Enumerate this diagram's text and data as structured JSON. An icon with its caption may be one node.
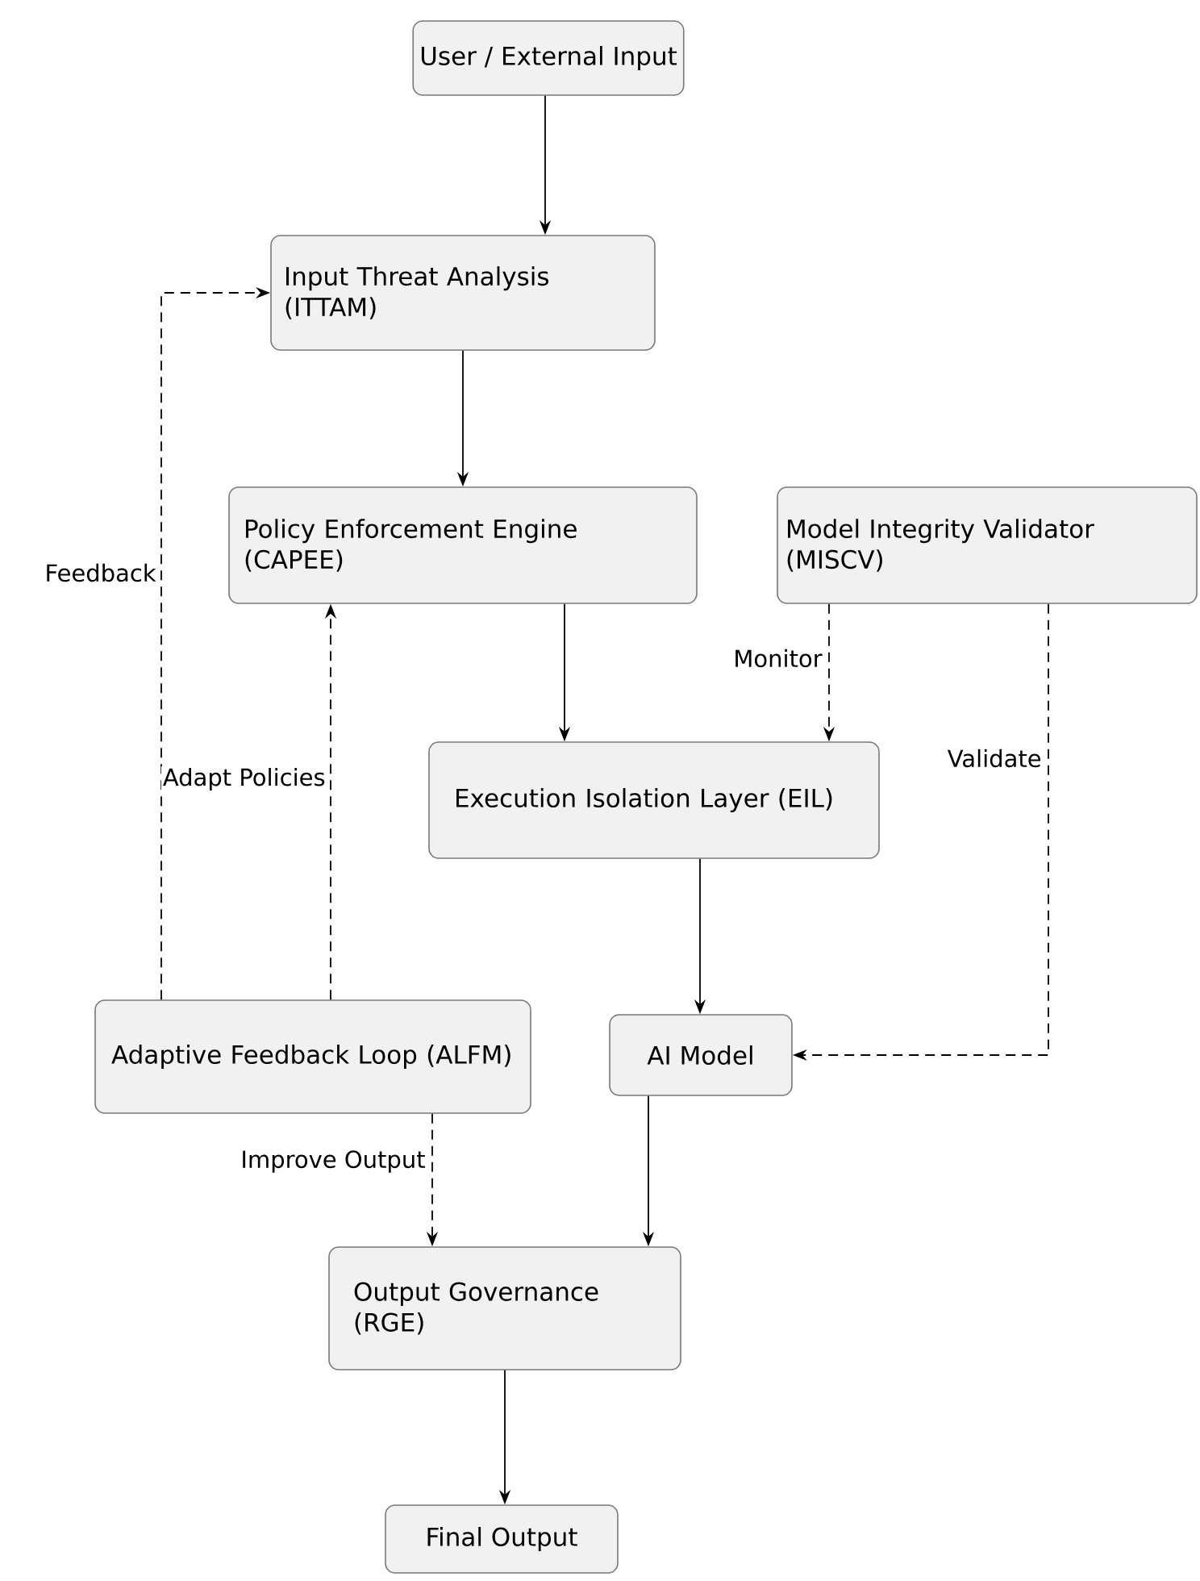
{
  "diagram": {
    "nodes": [
      {
        "text": [
          "User / External Input"
        ]
      },
      {
        "text": [
          "Input Threat Analysis (ITTAM)"
        ]
      },
      {
        "text": [
          "Policy Enforcement Engine (CAPEE)"
        ]
      },
      {
        "text": [
          "Model Integrity Validator (MISCV)"
        ]
      },
      {
        "text": [
          "Execution Isolation Layer (EIL)"
        ]
      },
      {
        "text": [
          "Adaptive Feedback Loop (ALFM)"
        ]
      },
      {
        "text": [
          "AI Model"
        ]
      },
      {
        "text": [
          "Output Governance (RGE)"
        ]
      },
      {
        "text": [
          "Final Output"
        ]
      }
    ],
    "edges": [
      {
        "from": 0,
        "to": 1,
        "arrow": "to"
      },
      {
        "from": 1,
        "to": 2,
        "arrow": "to"
      },
      {
        "from": 2,
        "to": 4,
        "arrow": "to"
      },
      {
        "from": 3,
        "to": 4,
        "arrow": "to",
        "style": "dashed",
        "label": "Monitor"
      },
      {
        "from": 3,
        "to": 6,
        "arrow": "to",
        "style": "dashed",
        "label": "Validate"
      },
      {
        "from": 4,
        "to": 6,
        "arrow": "to"
      },
      {
        "from": 5,
        "to": 1,
        "arrow": "to",
        "style": "dashed",
        "label": "Feedback"
      },
      {
        "from": 5,
        "to": 2,
        "arrow": "to",
        "style": "dashed",
        "label": "Adapt Policies"
      },
      {
        "from": 5,
        "to": 7,
        "arrow": "to",
        "style": "dashed",
        "label": "Improve Output"
      },
      {
        "from": 6,
        "to": 7,
        "arrow": "to"
      },
      {
        "from": 7,
        "to": 8,
        "arrow": "to"
      }
    ]
  }
}
